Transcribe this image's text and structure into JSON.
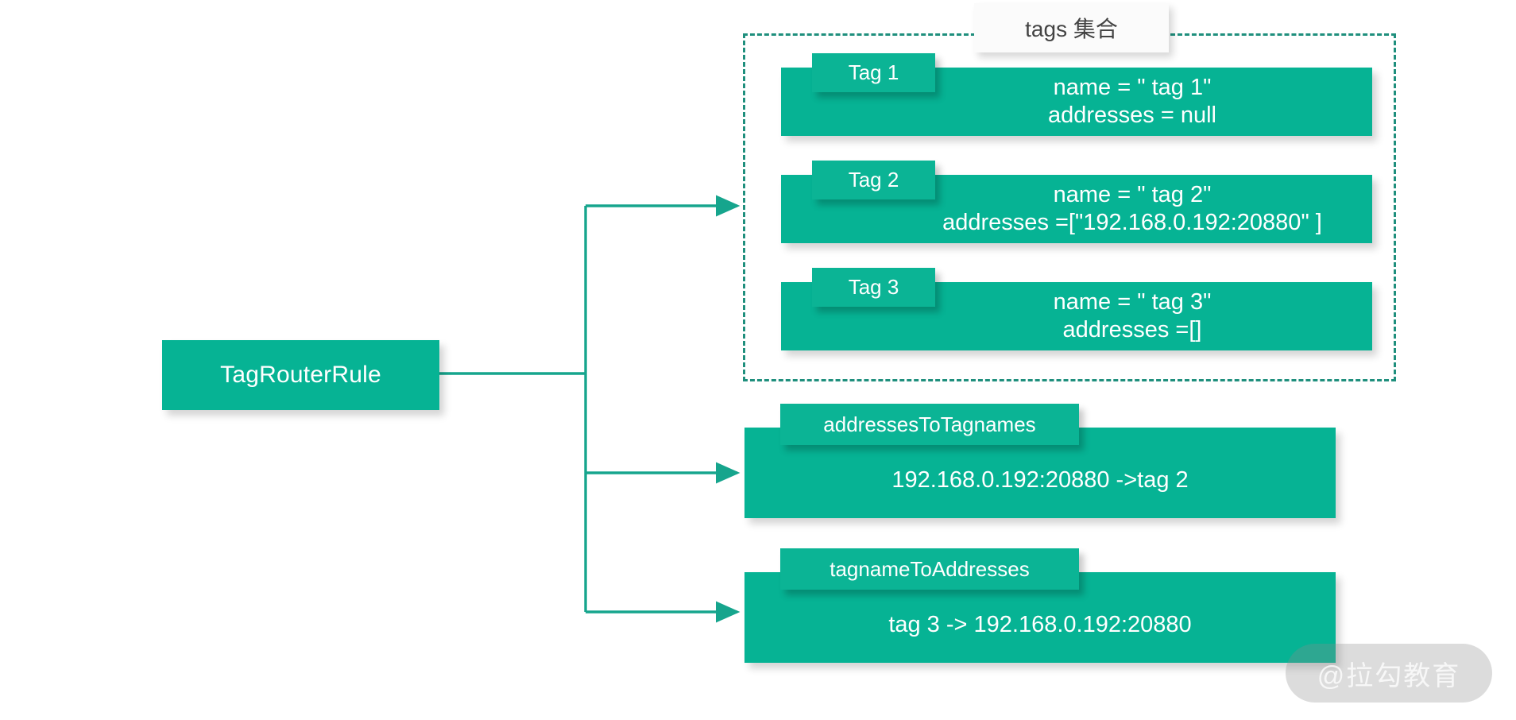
{
  "diagram": {
    "title": "TagRouterRule structure",
    "accent_color": "#06b394",
    "chip_color": "#0bb495",
    "dashed_border_color": "#1f8f7d",
    "background_color": "#ffffff",
    "text_color": "#ffffff"
  },
  "root": {
    "label": "TagRouterRule"
  },
  "tags_group": {
    "caption": "tags 集合",
    "tags": [
      {
        "chip": "Tag 1",
        "line1": "name = \" tag 1\"",
        "line2": "addresses = null"
      },
      {
        "chip": "Tag 2",
        "line1": "name = \" tag 2\"",
        "line2": "addresses =[\"192.168.0.192:20880\" ]"
      },
      {
        "chip": "Tag 3",
        "line1": "name = \" tag 3\"",
        "line2": "addresses =[]"
      }
    ]
  },
  "maps": [
    {
      "chip": "addressesToTagnames",
      "entry": "192.168.0.192:20880 ->tag 2"
    },
    {
      "chip": "tagnameToAddresses",
      "entry": "tag 3 -> 192.168.0.192:20880"
    }
  ],
  "watermark": {
    "text": "@拉勾教育"
  }
}
